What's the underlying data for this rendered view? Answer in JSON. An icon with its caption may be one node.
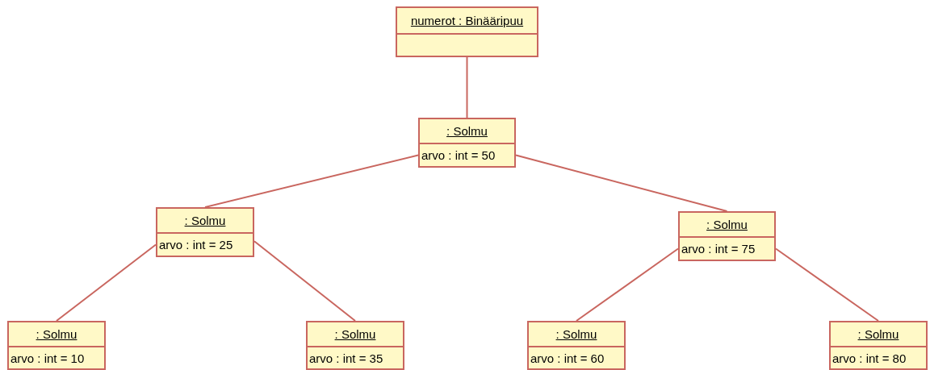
{
  "diagram": {
    "nodes": [
      {
        "text": [
          "numerot : Binääripuu"
        ]
      },
      {
        "text": [
          ": Solmu",
          "arvo : int = 50"
        ]
      },
      {
        "text": [
          ": Solmu",
          "arvo : int = 25"
        ]
      },
      {
        "text": [
          ": Solmu",
          "arvo : int = 75"
        ]
      },
      {
        "text": [
          ": Solmu",
          "arvo : int = 10"
        ]
      },
      {
        "text": [
          ": Solmu",
          "arvo : int = 35"
        ]
      },
      {
        "text": [
          ": Solmu",
          "arvo : int = 60"
        ]
      },
      {
        "text": [
          ": Solmu",
          "arvo : int = 80"
        ]
      }
    ],
    "edges": [
      {
        "from": 0,
        "to": 1,
        "arrow": "none"
      },
      {
        "from": 1,
        "to": 2,
        "arrow": "none"
      },
      {
        "from": 1,
        "to": 3,
        "arrow": "none"
      },
      {
        "from": 2,
        "to": 4,
        "arrow": "none"
      },
      {
        "from": 2,
        "to": 5,
        "arrow": "none"
      },
      {
        "from": 3,
        "to": 6,
        "arrow": "none"
      },
      {
        "from": 3,
        "to": 7,
        "arrow": "none"
      }
    ]
  }
}
